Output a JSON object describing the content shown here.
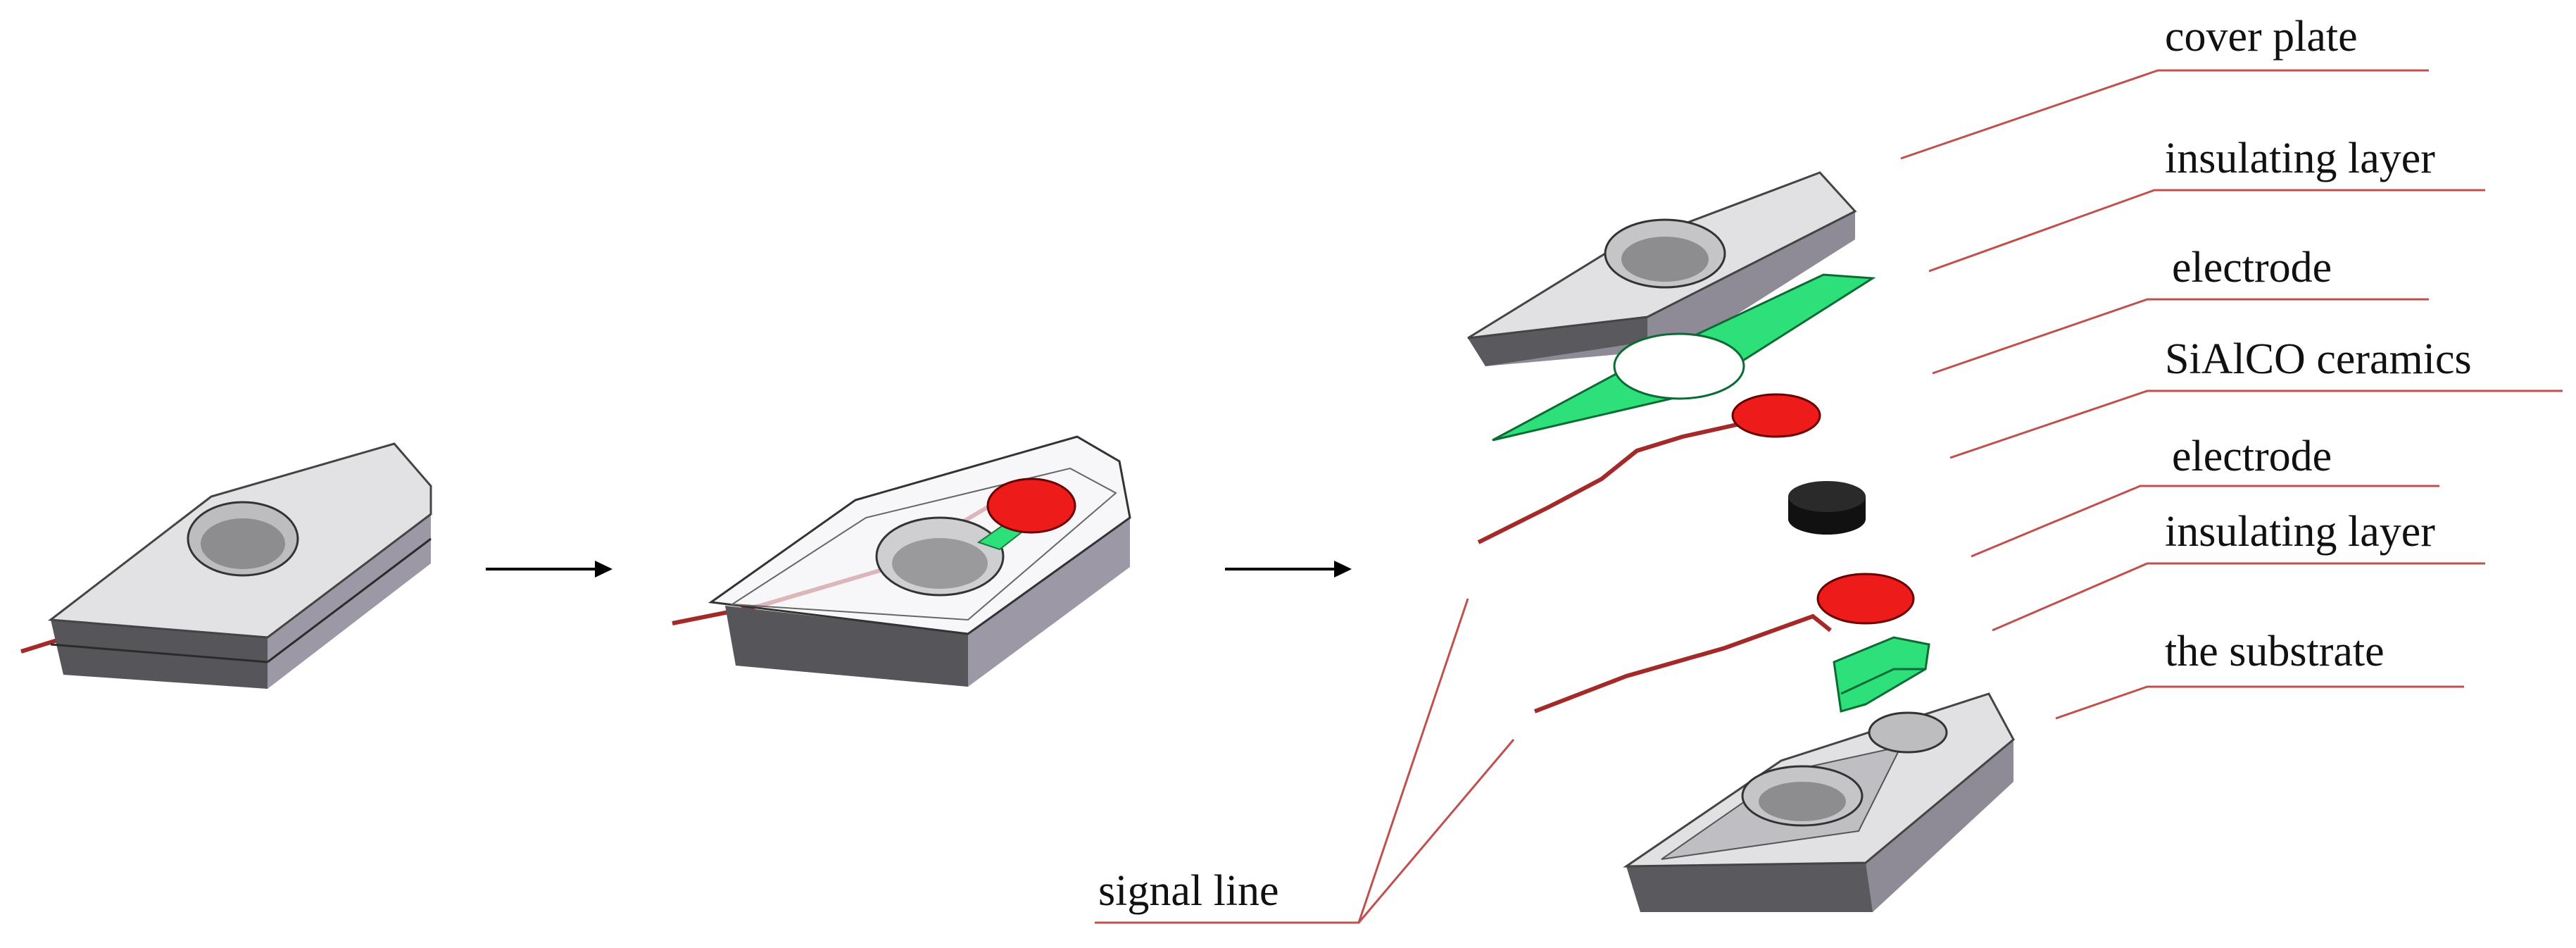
{
  "labels": {
    "cover_plate": "cover plate",
    "insulating_layer_top": "insulating layer",
    "electrode_top": "electrode",
    "sialco_ceramics": "SiAlCO ceramics",
    "electrode_bottom": "electrode",
    "insulating_layer_bottom": "insulating layer",
    "substrate": "the substrate",
    "signal_line": "signal line"
  },
  "colors": {
    "leader_line": "#c0504d",
    "wire": "#a42a2a",
    "electrode": "#ee1b1b",
    "insulator": "#2ee07a",
    "ceramic": "#111111",
    "plate_top": "#e1e1e3",
    "plate_side_light": "#9f9aa8",
    "plate_side_dark": "#5a5a5e",
    "arrow": "#000000"
  }
}
